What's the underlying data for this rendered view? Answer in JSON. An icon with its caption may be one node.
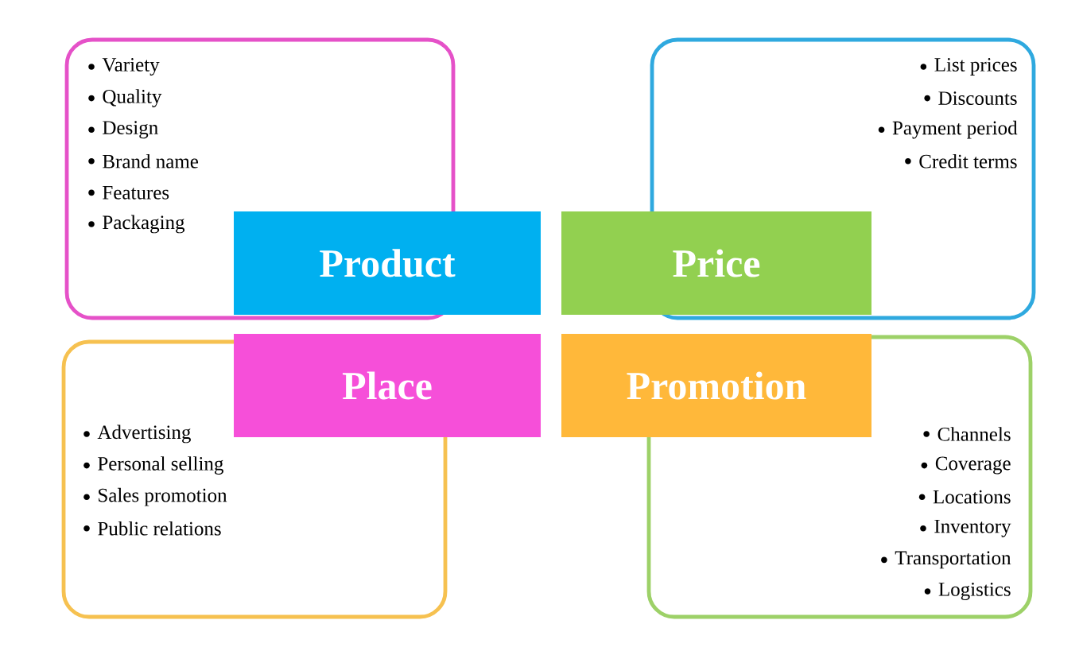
{
  "diagram": {
    "nodes": [
      {
        "text": [
          "Variety",
          "Quality",
          "Design",
          "Brand name",
          "Features",
          "Packaging"
        ]
      },
      {
        "text": [
          "List prices",
          "Discounts",
          "Payment period",
          "Credit terms"
        ]
      },
      {
        "text": [
          "Advertising",
          "Personal selling",
          "Sales promotion",
          "Public relations"
        ]
      },
      {
        "text": [
          "Channels",
          "Coverage",
          "Locations",
          "Inventory",
          "Transportation",
          "Logistics"
        ]
      },
      {
        "text": [
          "Product"
        ]
      },
      {
        "text": [
          "Price"
        ]
      },
      {
        "text": [
          "Place"
        ]
      },
      {
        "text": [
          "Promotion"
        ]
      }
    ]
  }
}
